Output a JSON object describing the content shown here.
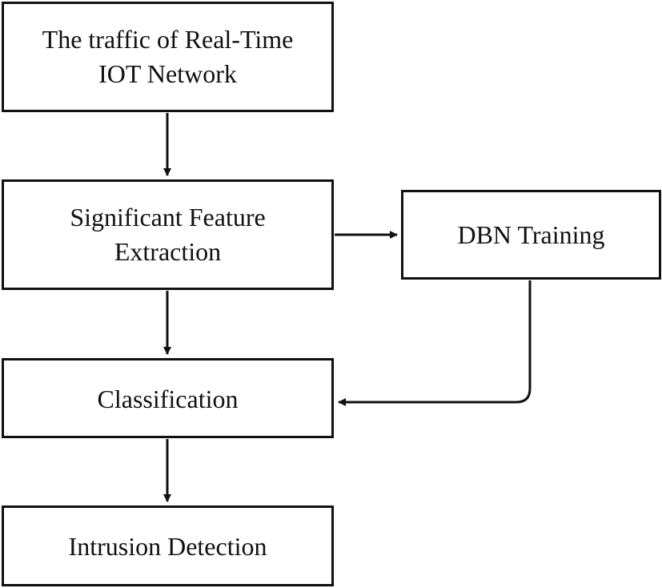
{
  "diagram": {
    "nodes": {
      "traffic": {
        "label": "The traffic of Real-Time\nIOT Network"
      },
      "feature_extraction": {
        "label": "Significant Feature\nExtraction"
      },
      "dbn_training": {
        "label": "DBN Training"
      },
      "classification": {
        "label": "Classification"
      },
      "intrusion_detection": {
        "label": "Intrusion Detection"
      }
    },
    "edges": [
      {
        "from": "traffic",
        "to": "feature_extraction"
      },
      {
        "from": "feature_extraction",
        "to": "dbn_training"
      },
      {
        "from": "feature_extraction",
        "to": "classification"
      },
      {
        "from": "dbn_training",
        "to": "classification"
      },
      {
        "from": "classification",
        "to": "intrusion_detection"
      }
    ],
    "colors": {
      "stroke": "#111111",
      "fill": "#ffffff"
    }
  }
}
